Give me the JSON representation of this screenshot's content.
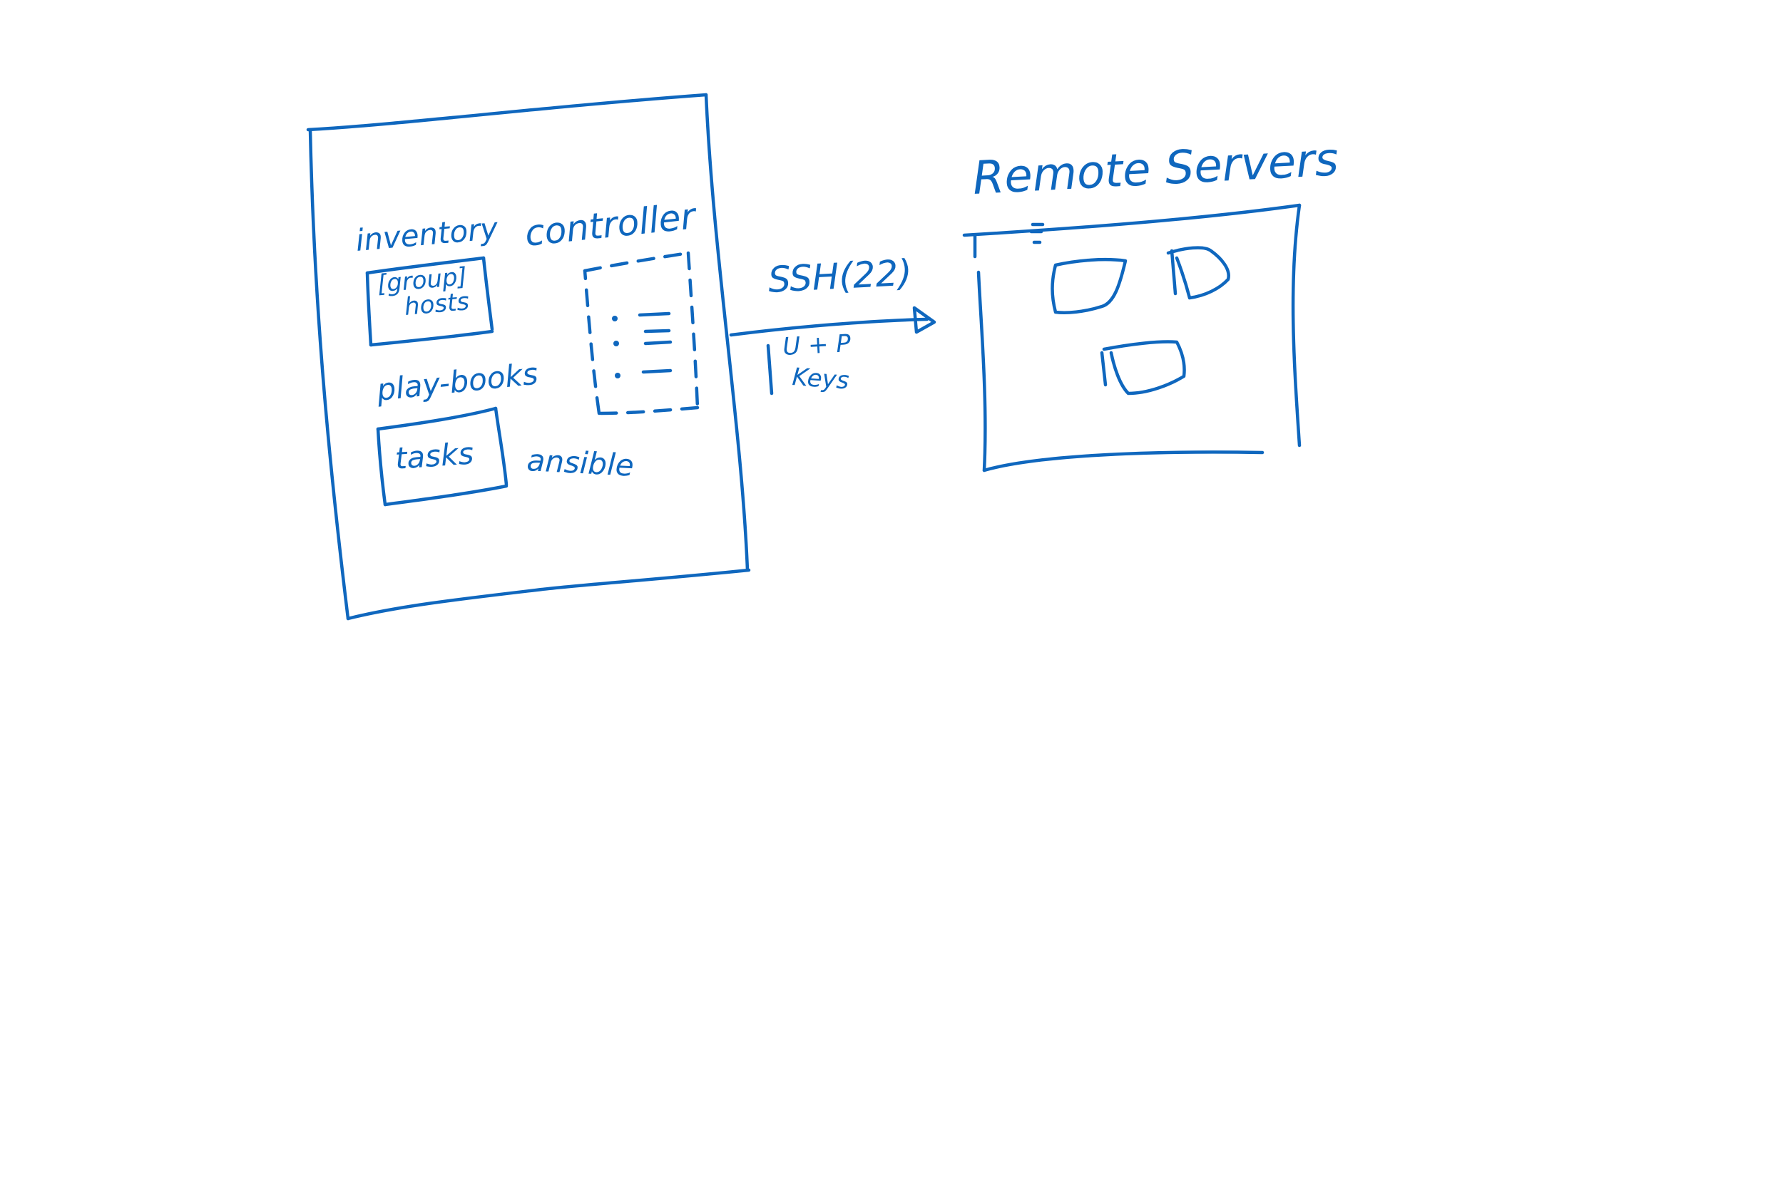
{
  "diagram": {
    "ink_color": "#0f67be",
    "background": "#ffffff",
    "controller": {
      "title": "controller",
      "inventory_label": "inventory",
      "inventory_group": "[group]",
      "inventory_hosts": "hosts",
      "playbooks_label": "play-books",
      "playbooks_tasks": "tasks",
      "tool_label": "ansible"
    },
    "connection": {
      "protocol": "SSH(22)",
      "auth_line1": "U + P",
      "auth_line2": "Keys"
    },
    "remote": {
      "title": "Remote Servers",
      "server_icon": "server-box-icon"
    }
  }
}
